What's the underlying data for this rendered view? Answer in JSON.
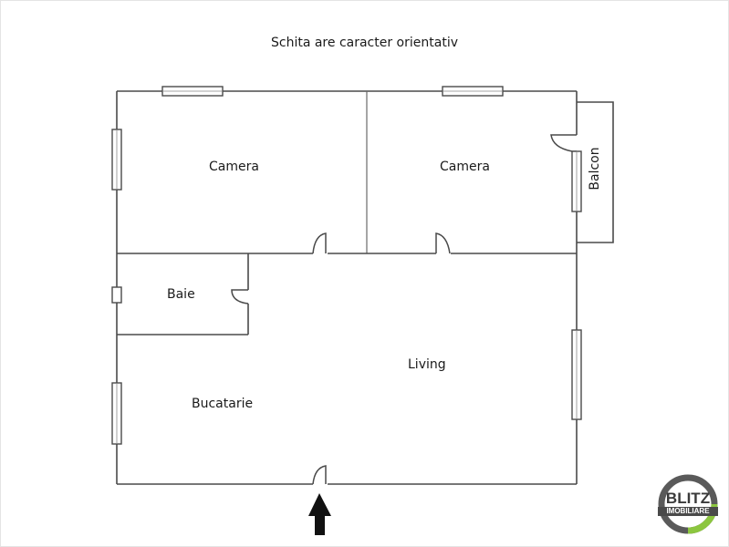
{
  "title": "Schita are caracter orientativ",
  "rooms": {
    "camera_left": "Camera",
    "camera_right": "Camera",
    "balcon": "Balcon",
    "baie": "Baie",
    "living": "Living",
    "bucatarie": "Bucatarie"
  },
  "entrance": {
    "icon": "arrow-up-icon"
  },
  "logo": {
    "line1": "BLITZ",
    "line2": "IMOBILIARE",
    "ring_color": "#5a5a5a",
    "accent_color": "#8cc63f"
  },
  "colors": {
    "wall": "#4a4a4a",
    "background": "#ffffff",
    "text": "#1a1a1a"
  }
}
